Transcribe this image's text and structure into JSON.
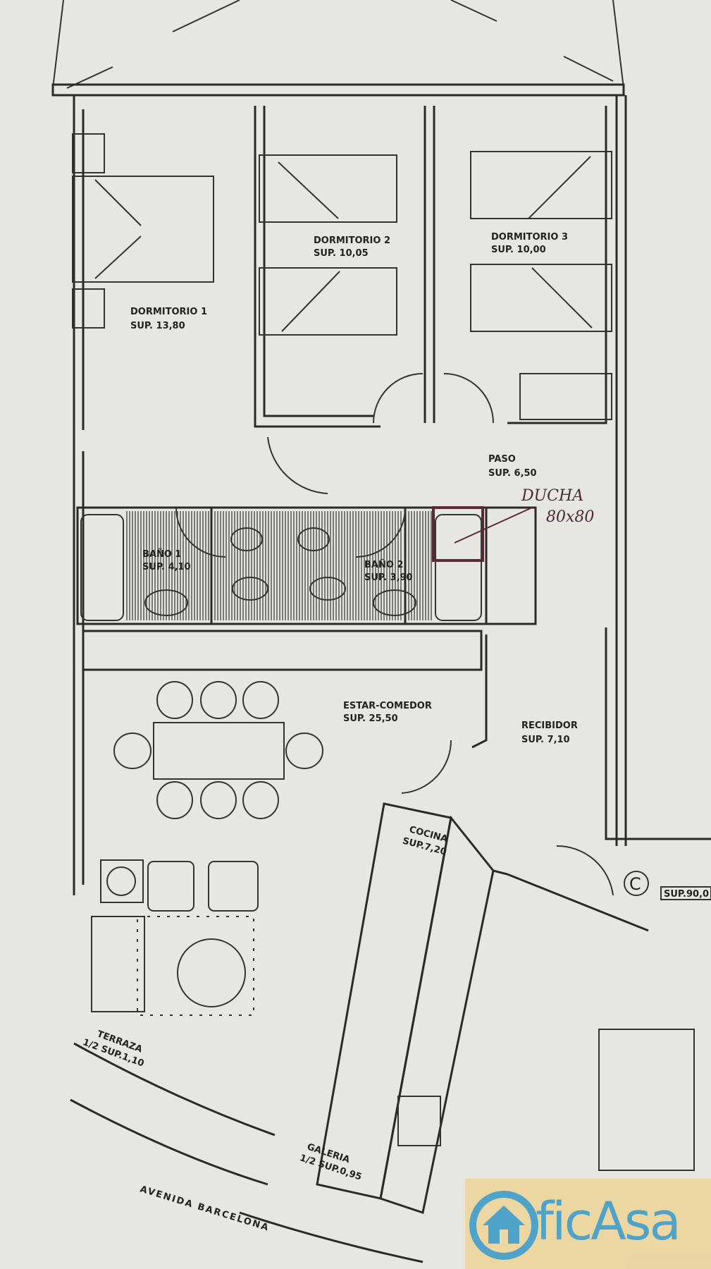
{
  "plan": {
    "rooms": [
      {
        "name": "DORMITORIO 1",
        "area": "SUP. 13,80"
      },
      {
        "name": "DORMITORIO 2",
        "area": "SUP. 10,05"
      },
      {
        "name": "DORMITORIO 3",
        "area": "SUP. 10,00"
      },
      {
        "name": "PASO",
        "area": "SUP. 6,50"
      },
      {
        "name": "BAÑO 1",
        "area": "SUP. 4,10"
      },
      {
        "name": "BAÑO 2",
        "area": "SUP. 3,90"
      },
      {
        "name": "ESTAR-COMEDOR",
        "area": "SUP. 25,50"
      },
      {
        "name": "RECIBIDOR",
        "area": "SUP. 7,10"
      },
      {
        "name": "COCINA",
        "area": "SUP.7,20"
      },
      {
        "name": "TERRAZA",
        "area": "1/2 SUP.1,10"
      },
      {
        "name": "GALERIA",
        "area": "1/2 SUP.0,95"
      }
    ],
    "handwritten_note": {
      "line1": "DUCHA",
      "line2": "80x80"
    },
    "street": "AVENIDA BARCELONA",
    "unit_letter": "C",
    "total_area": "SUP.90,0"
  },
  "watermark": {
    "logo_text": "ficAsa",
    "color": "#4fa3c9"
  }
}
